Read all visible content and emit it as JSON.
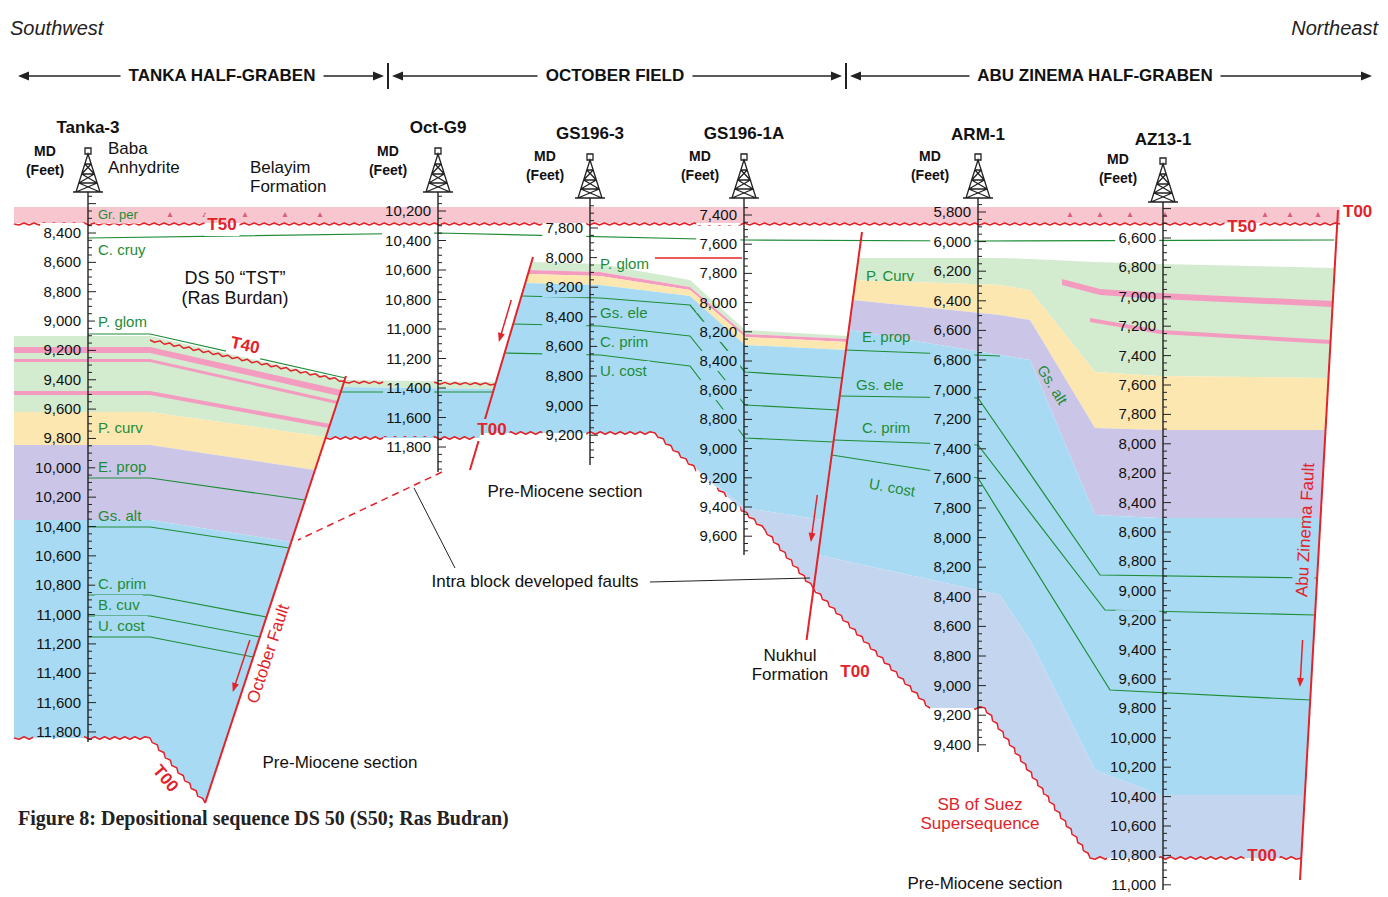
{
  "diagram": {
    "caption": "Figure 8: Depositional sequence DS 50 (S50; Ras Budran)",
    "labels": [
      "Southwest",
      "Northeast",
      "TANKA HALF-GRABEN",
      "OCTOBER FIELD",
      "ABU ZINEMA HALF-GRABEN",
      "Tanka-3",
      "MD",
      "(Feet)",
      "Oct-G9",
      "MD",
      "(Feet)",
      "GS196-3",
      "MD",
      "(Feet)",
      "GS196-1A",
      "MD",
      "(Feet)",
      "ARM-1",
      "MD",
      "(Feet)",
      "AZ13-1",
      "MD",
      "(Feet)",
      "Baba Anhydrite",
      "Belayim Formation",
      "8,400",
      "8,600",
      "8,800",
      "9,000",
      "9,200",
      "9,400",
      "9,600",
      "9,800",
      "10,000",
      "10,200",
      "10,400",
      "10,600",
      "10,800",
      "11,000",
      "11,200",
      "11,400",
      "11,600",
      "11,800",
      "10,200",
      "10,400",
      "10,600",
      "10,800",
      "11,000",
      "11,200",
      "11,400",
      "11,600",
      "11,800",
      "7,800",
      "8,000",
      "8,200",
      "8,400",
      "8,600",
      "8,800",
      "9,000",
      "9,200",
      "7,400",
      "7,600",
      "7,800",
      "8,000",
      "8,200",
      "8,400",
      "8,600",
      "8,800",
      "9,000",
      "9,200",
      "9,400",
      "9,600",
      "5,800",
      "6,000",
      "6,200",
      "6,400",
      "6,600",
      "6,800",
      "7,000",
      "7,200",
      "7,400",
      "7,600",
      "7,800",
      "8,000",
      "8,200",
      "8,400",
      "8,600",
      "8,800",
      "9,000",
      "9,200",
      "9,400",
      "6,600",
      "6,800",
      "7,000",
      "7,200",
      "7,400",
      "7,600",
      "7,800",
      "8,000",
      "8,200",
      "8,400",
      "8,600",
      "8,800",
      "9,000",
      "9,200",
      "9,400",
      "9,600",
      "9,800",
      "10,000",
      "10,200",
      "10,400",
      "10,600",
      "10,800",
      "11,000",
      "Gr. per",
      "C. cruy",
      "P. glom",
      "P. curv",
      "E. prop",
      "Gs. alt",
      "C. prim",
      "B. cuv",
      "U. cost",
      "P. glom",
      "Gs. ele",
      "C. prim",
      "U. cost",
      "P. Curv",
      "E. prop",
      "Gs. ele",
      "C. prim",
      "U. cost",
      "Gs. alt",
      "T50",
      "T50",
      "T00",
      "T40",
      "T00",
      "T00",
      "T00",
      "T00",
      "October Fault",
      "Abu Zinema Fault",
      "SB of Suez Supersequence",
      "DS 50 “TST” (Ras Burdan)",
      "Pre-Miocene section",
      "Pre-Miocene section",
      "Pre-Miocene section",
      "Intra block developed faults",
      "Nukhul Formation"
    ]
  }
}
